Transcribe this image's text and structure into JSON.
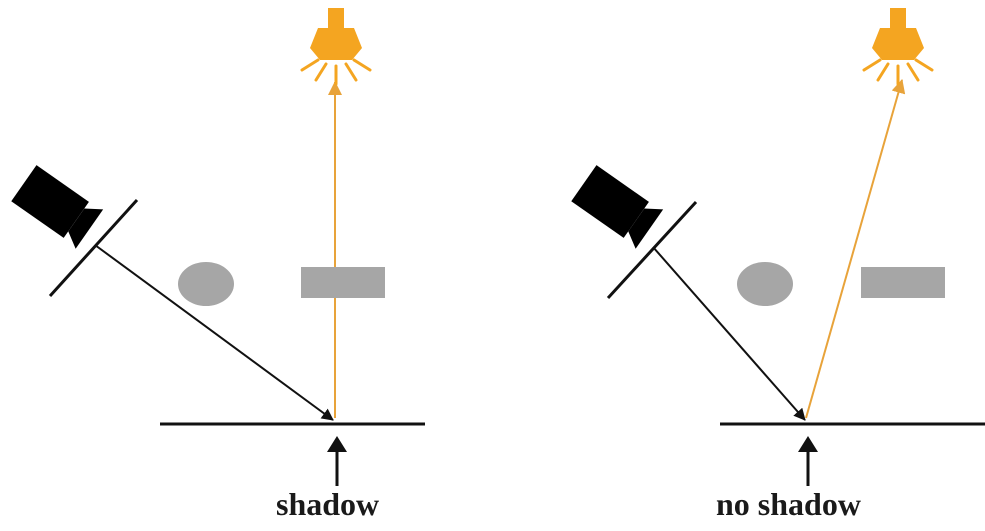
{
  "panels": [
    {
      "id": "left",
      "caption": "shadow",
      "object_ellipse": {
        "color": "#a6a6a6"
      },
      "object_rect": {
        "color": "#a6a6a6"
      }
    },
    {
      "id": "right",
      "caption": "no shadow",
      "object_ellipse": {
        "color": "#a6a6a6"
      },
      "object_rect": {
        "color": "#a6a6a6"
      }
    }
  ],
  "colors": {
    "ray_camera": "#111111",
    "ray_light": "#e8a33a",
    "lamp": "#f4a521",
    "camera_body": "#000000",
    "surface": "#111111"
  },
  "icons": {
    "camera": "camera-icon",
    "lamp": "lamp-icon",
    "pointer": "up-arrow-icon"
  }
}
